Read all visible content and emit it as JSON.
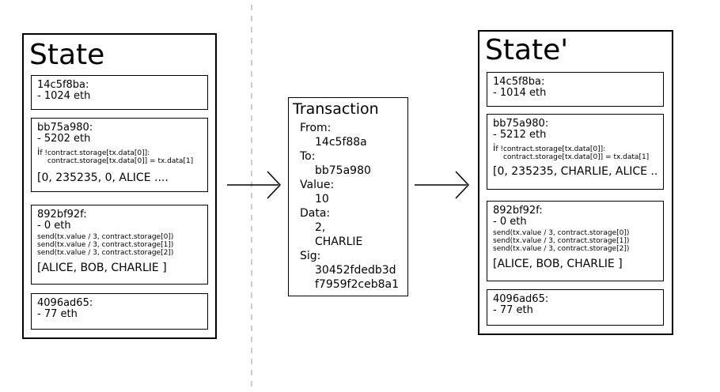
{
  "state": {
    "title": "State",
    "accounts": [
      {
        "address": "14c5f8ba:",
        "balance": "- 1024 eth"
      },
      {
        "address": "bb75a980:",
        "balance": "- 5202 eth",
        "code": [
          "if !contract.storage[tx.data[0]]:",
          "contract.storage[tx.data[0]] = tx.data[1]"
        ],
        "storage": "[0, 235235, 0, ALICE ...."
      },
      {
        "address": "892bf92f:",
        "balance": "- 0 eth",
        "code": [
          "send(tx.value / 3, contract.storage[0])",
          "send(tx.value / 3, contract.storage[1])",
          "send(tx.value / 3, contract.storage[2])"
        ],
        "storage": "[ALICE, BOB, CHARLIE ]"
      },
      {
        "address": "4096ad65:",
        "balance": "- 77 eth"
      }
    ]
  },
  "transaction": {
    "title": "Transaction",
    "from_label": "From:",
    "from_value": "14c5f88a",
    "to_label": "To:",
    "to_value": "bb75a980",
    "value_label": "Value:",
    "value_value": "10",
    "data_label": "Data:",
    "data_values": [
      "2,",
      "CHARLIE"
    ],
    "sig_label": "Sig:",
    "sig_values": [
      "30452fdedb3d",
      "f7959f2ceb8a1"
    ]
  },
  "state_prime": {
    "title": "State'",
    "accounts": [
      {
        "address": "14c5f8ba:",
        "balance": "- 1014 eth"
      },
      {
        "address": "bb75a980:",
        "balance": "- 5212 eth",
        "code": [
          "if !contract.storage[tx.data[0]]:",
          "contract.storage[tx.data[0]] = tx.data[1]"
        ],
        "storage": "[0, 235235, CHARLIE, ALICE .."
      },
      {
        "address": "892bf92f:",
        "balance": "- 0 eth",
        "code": [
          "send(tx.value / 3, contract.storage[0])",
          "send(tx.value / 3, contract.storage[1])",
          "send(tx.value / 3, contract.storage[2])"
        ],
        "storage": "[ALICE, BOB, CHARLIE ]"
      },
      {
        "address": "4096ad65:",
        "balance": "- 77 eth"
      }
    ]
  }
}
